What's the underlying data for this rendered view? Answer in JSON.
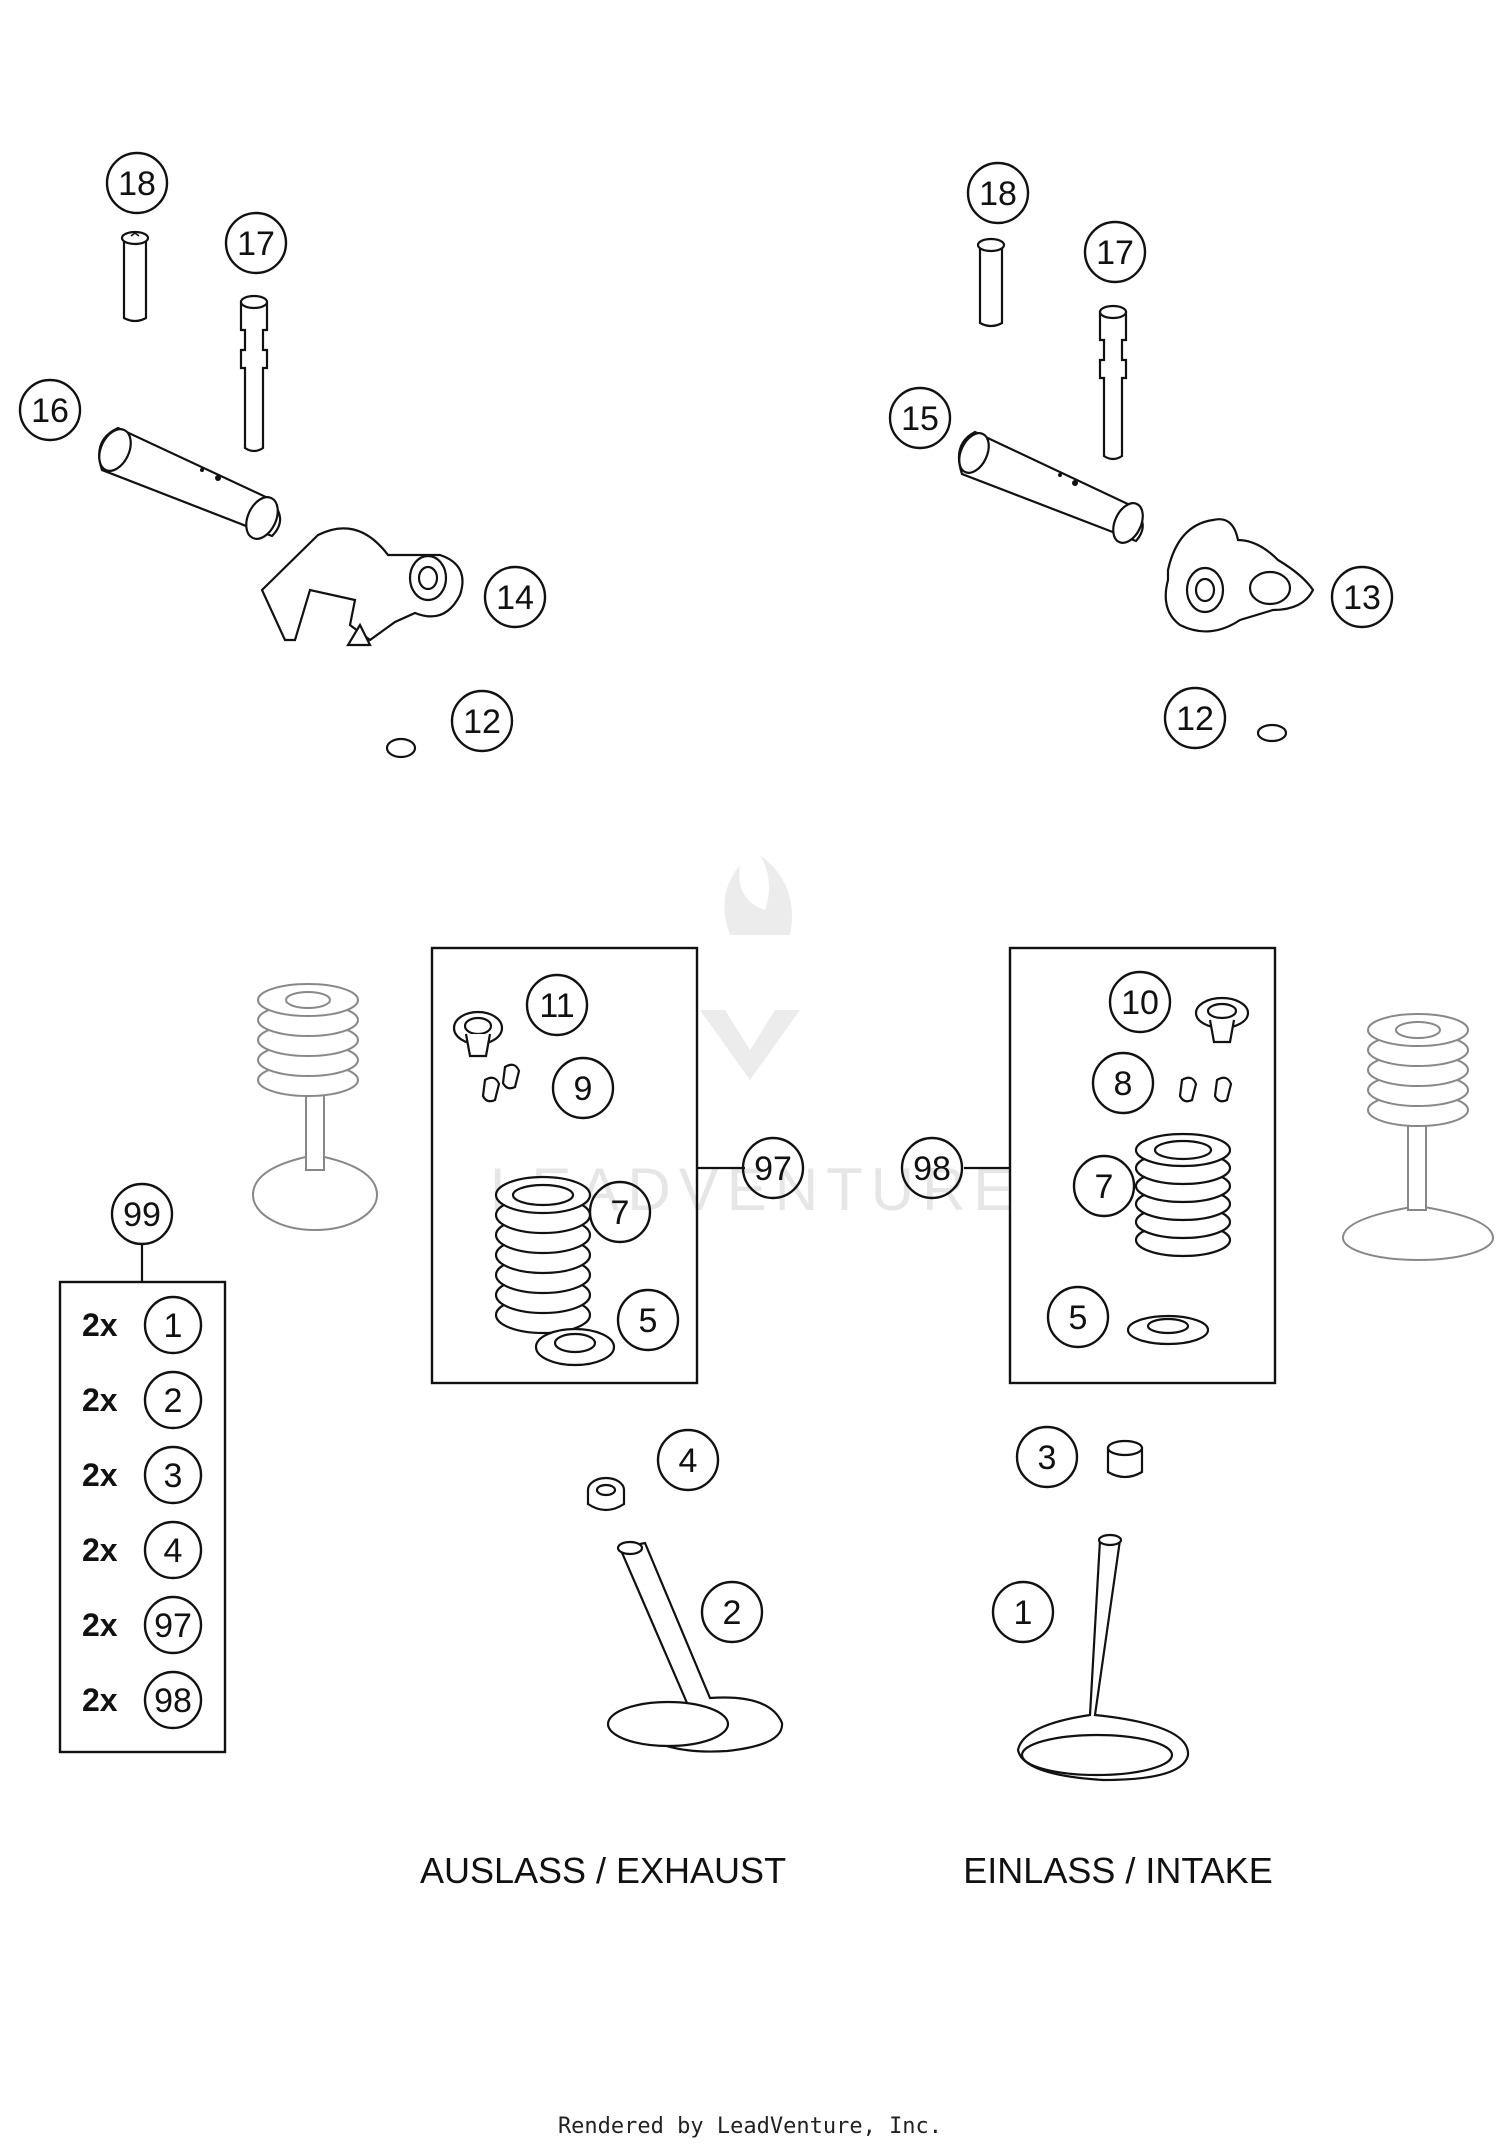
{
  "callouts": {
    "c18a": "18",
    "c17a": "17",
    "c16": "16",
    "c14": "14",
    "c12a": "12",
    "c18b": "18",
    "c17b": "17",
    "c15": "15",
    "c13": "13",
    "c12b": "12",
    "c11": "11",
    "c9": "9",
    "c7a": "7",
    "c5a": "5",
    "c97": "97",
    "c10": "10",
    "c8": "8",
    "c7b": "7",
    "c5b": "5",
    "c98": "98",
    "c99": "99",
    "c4": "4",
    "c2": "2",
    "c3": "3",
    "c1": "1"
  },
  "kit_list": {
    "items": [
      {
        "qty": "2x",
        "part": "1"
      },
      {
        "qty": "2x",
        "part": "2"
      },
      {
        "qty": "2x",
        "part": "3"
      },
      {
        "qty": "2x",
        "part": "4"
      },
      {
        "qty": "2x",
        "part": "97"
      },
      {
        "qty": "2x",
        "part": "98"
      }
    ]
  },
  "labels": {
    "exhaust": "AUSLASS / EXHAUST",
    "intake": "EINLASS / INTAKE"
  },
  "watermark": "LEADVENTURE",
  "footer": "Rendered by LeadVenture, Inc."
}
